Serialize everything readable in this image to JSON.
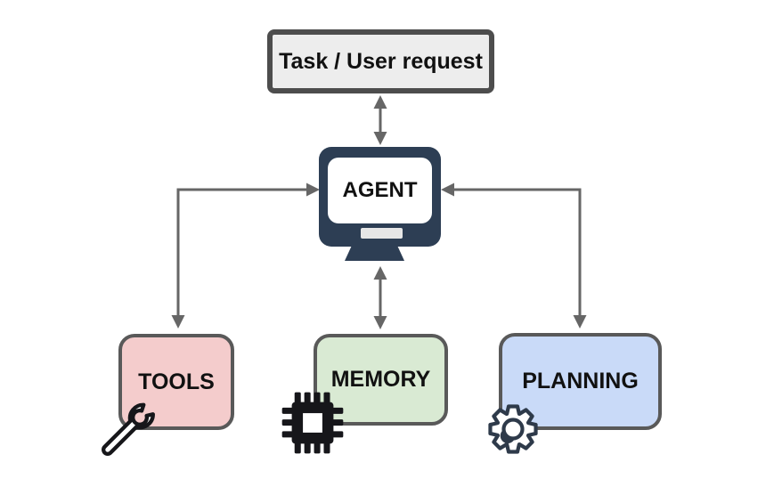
{
  "diagram": {
    "type": "flow-diagram",
    "topic": "AI agent architecture",
    "nodes": {
      "task": {
        "label": "Task / User request"
      },
      "agent": {
        "label": "AGENT",
        "shape": "computer-monitor"
      },
      "tools": {
        "label": "TOOLS",
        "icon": "wrench-icon"
      },
      "memory": {
        "label": "MEMORY",
        "icon": "chip-icon"
      },
      "planning": {
        "label": "PLANNING",
        "icon": "gear-icon"
      }
    },
    "edges": [
      {
        "from": "task",
        "to": "agent",
        "direction": "bidirectional",
        "style": "straight-vertical"
      },
      {
        "from": "agent",
        "to": "tools",
        "direction": "bidirectional",
        "style": "elbow-left"
      },
      {
        "from": "agent",
        "to": "memory",
        "direction": "bidirectional",
        "style": "straight-vertical"
      },
      {
        "from": "agent",
        "to": "planning",
        "direction": "bidirectional",
        "style": "elbow-right"
      }
    ]
  },
  "colors": {
    "background": "#ffffff",
    "text": "#111111",
    "task-fill": "#ededed",
    "task-border": "#4d4d4d",
    "box-border": "#595959",
    "tools-fill": "#f4cccc",
    "memory-fill": "#d9ead3",
    "planning-fill": "#c9daf8",
    "agent-frame": "#2d3e54",
    "agent-screen": "#ffffff",
    "arrow": "#666666",
    "icon-dark": "#16161a",
    "gear-stroke": "#2e3a4a"
  }
}
